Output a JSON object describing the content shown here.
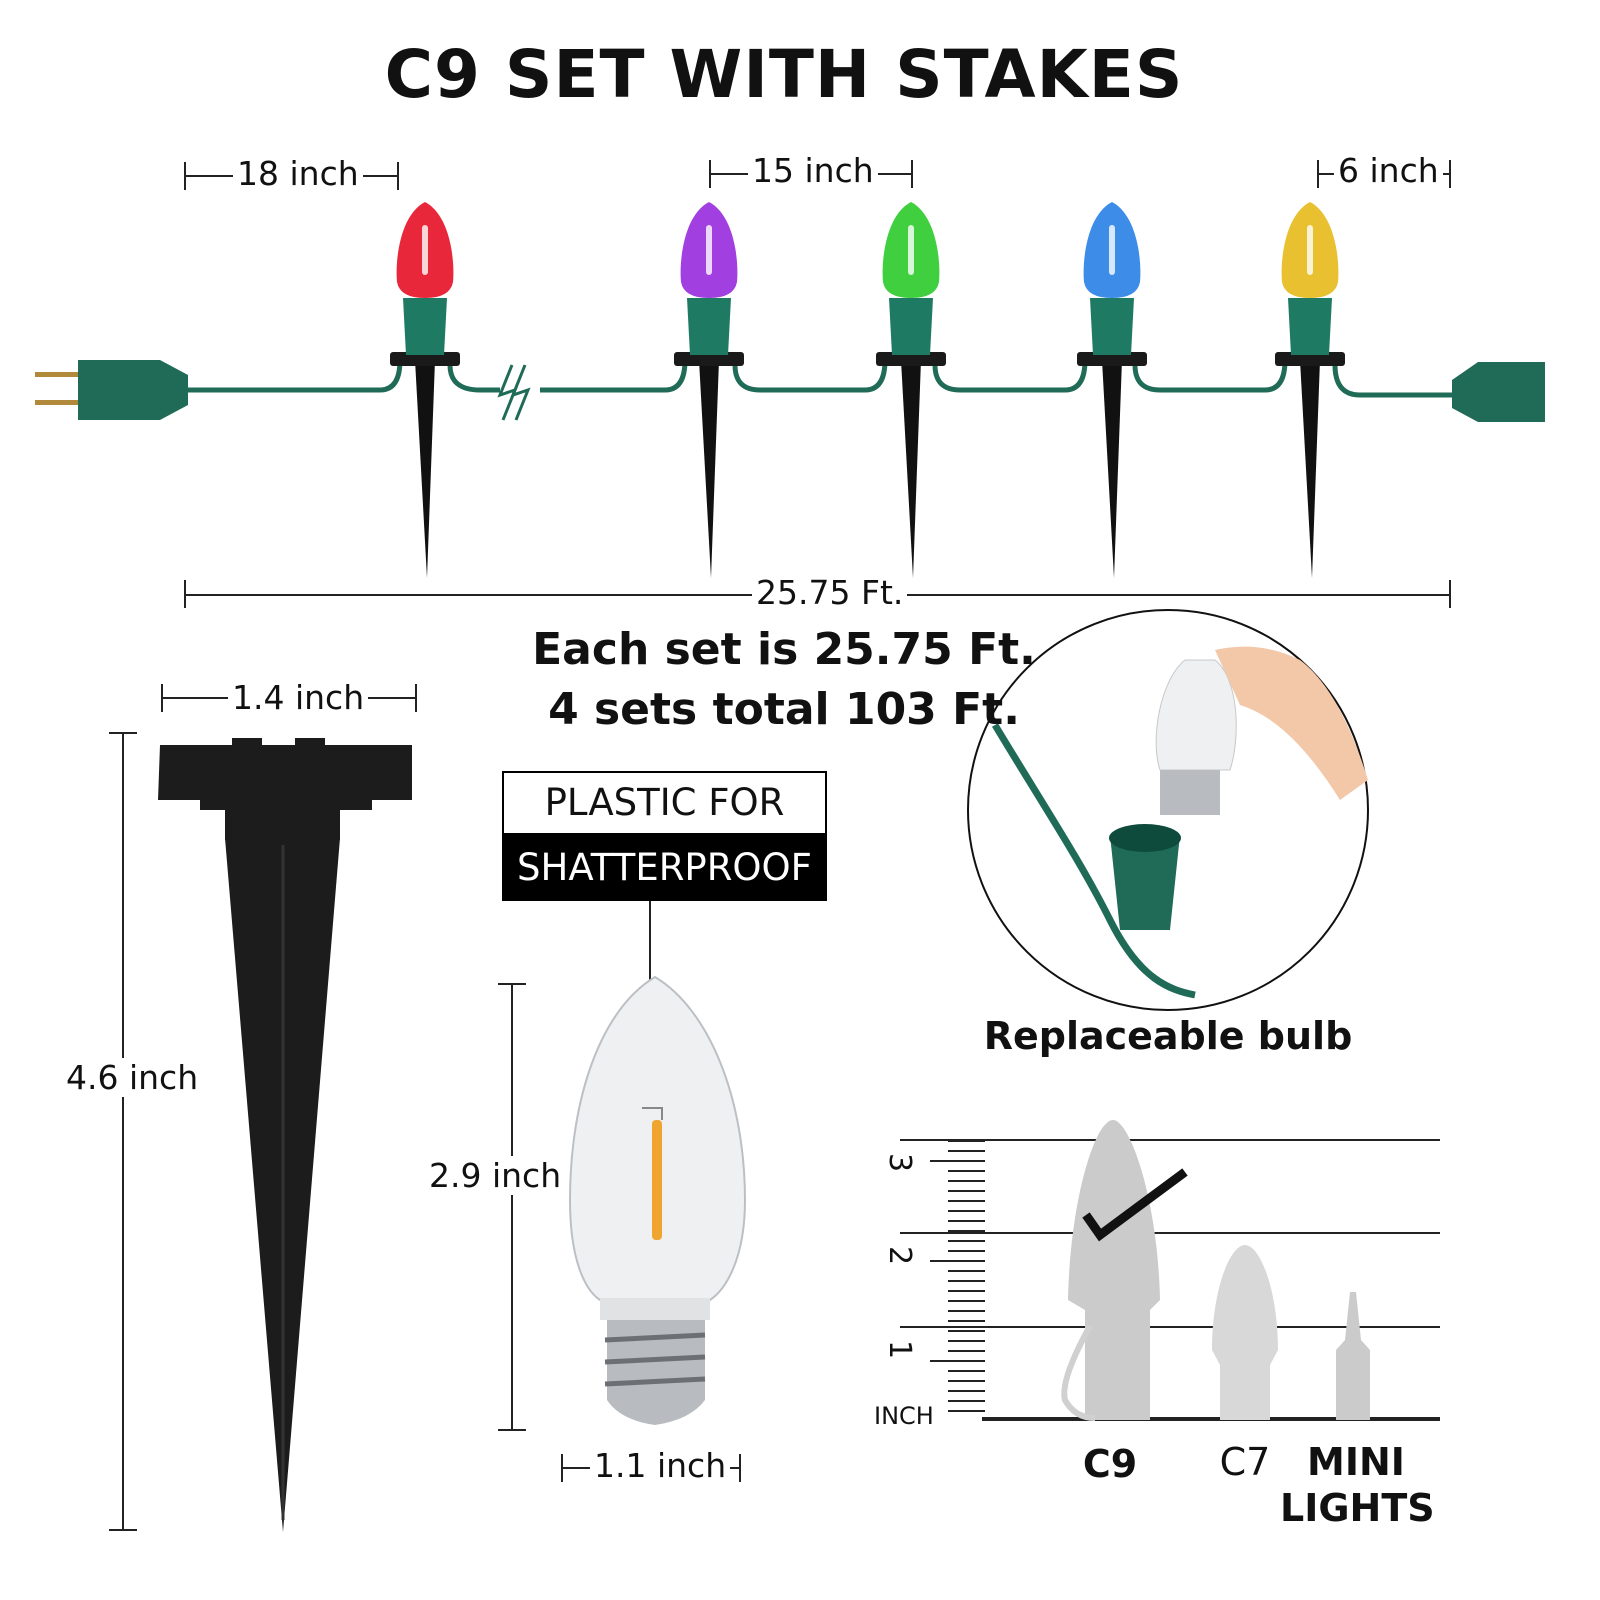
{
  "title": "C9 SET WITH STAKES",
  "dimensions": {
    "first_spacing": "18 inch",
    "bulb_spacing": "15 inch",
    "end_spacing": "6 inch",
    "total_length": "25.75 Ft.",
    "stake_width": "1.4 inch",
    "stake_height": "4.6 inch",
    "bulb_height": "2.9 inch",
    "bulb_width": "1.1 inch"
  },
  "summary": {
    "line1": "Each set is 25.75 Ft.",
    "line2": "4 sets total 103 Ft."
  },
  "material_label": {
    "top": "PLASTIC FOR",
    "bottom": "SHATTERPROOF"
  },
  "replaceable_label": "Replaceable bulb",
  "bulb_colors": [
    "#e8283a",
    "#a23fe0",
    "#3fcf3f",
    "#3d8de8",
    "#e8c030"
  ],
  "wire_color": "#1f6b57",
  "size_comparison": {
    "ruler_unit": "INCH",
    "ruler_numbers": [
      "3",
      "2",
      "1"
    ],
    "types": [
      "C9",
      "C7",
      "MINI",
      "LIGHTS"
    ]
  }
}
